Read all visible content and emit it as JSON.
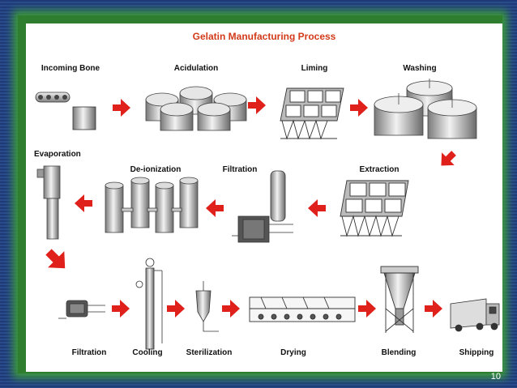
{
  "title": "Gelatin Manufacturing Process",
  "slide_number": "10",
  "steps": {
    "incoming_bone": "Incoming Bone",
    "acidulation": "Acidulation",
    "liming": "Liming",
    "washing": "Washing",
    "evaporation": "Evaporation",
    "deionization": "De-ionization",
    "filtration_top": "Filtration",
    "extraction": "Extraction",
    "filtration_bottom": "Filtration",
    "cooling": "Cooling",
    "sterilization": "Sterilization",
    "drying": "Drying",
    "blending": "Blending",
    "shipping": "Shipping"
  },
  "colors": {
    "arrow": "#e0201b",
    "title": "#d23a1a",
    "frame": "#2f7d2f",
    "background": "#1e3a78"
  }
}
